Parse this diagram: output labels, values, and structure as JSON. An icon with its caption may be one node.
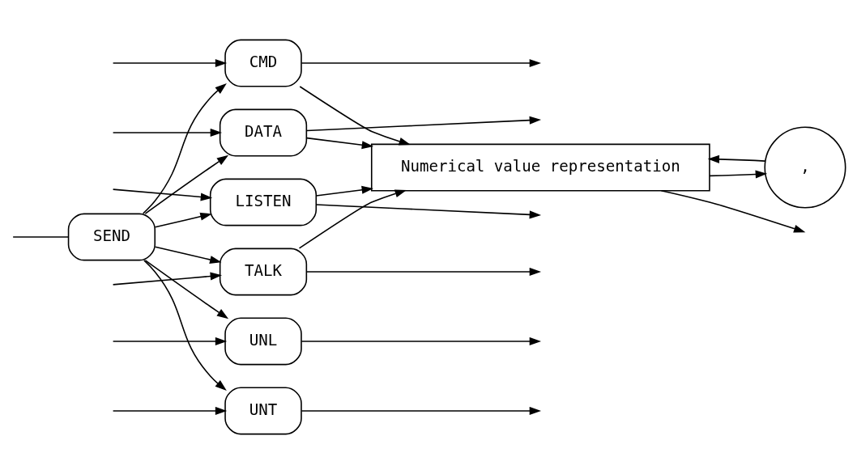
{
  "diagram": {
    "nodes": [
      {
        "text": [
          "SEND"
        ]
      },
      {
        "text": [
          "CMD"
        ]
      },
      {
        "text": [
          "DATA"
        ]
      },
      {
        "text": [
          "LISTEN"
        ]
      },
      {
        "text": [
          "TALK"
        ]
      },
      {
        "text": [
          ","
        ]
      },
      {
        "text": [
          "Numerical value representation"
        ]
      },
      {
        "text": [
          "UNL"
        ]
      },
      {
        "text": [
          "UNT"
        ]
      }
    ],
    "edges": [
      {
        "from": null,
        "to": 0,
        "arrow": "none"
      },
      {
        "from": 0,
        "to": 1,
        "arrow": "to"
      },
      {
        "from": 0,
        "to": 2,
        "arrow": "to"
      },
      {
        "from": 0,
        "to": 3,
        "arrow": "to"
      },
      {
        "from": 0,
        "to": 4,
        "arrow": "to"
      },
      {
        "from": 0,
        "to": 7,
        "arrow": "to"
      },
      {
        "from": 0,
        "to": 8,
        "arrow": "to"
      },
      {
        "from": 1,
        "to": 6,
        "arrow": "to"
      },
      {
        "from": 2,
        "to": 6,
        "arrow": "to"
      },
      {
        "from": 3,
        "to": 6,
        "arrow": "to"
      },
      {
        "from": 4,
        "to": 6,
        "arrow": "to"
      },
      {
        "from": 6,
        "to": 5,
        "arrow": "to"
      },
      {
        "from": 5,
        "to": 6,
        "arrow": "to"
      },
      {
        "from": 1,
        "to": null,
        "arrow": "to"
      },
      {
        "from": 2,
        "to": null,
        "arrow": "to"
      },
      {
        "from": 3,
        "to": null,
        "arrow": "to"
      },
      {
        "from": 4,
        "to": null,
        "arrow": "to"
      },
      {
        "from": 6,
        "to": null,
        "arrow": "to"
      },
      {
        "from": 7,
        "to": null,
        "arrow": "to"
      },
      {
        "from": 8,
        "to": null,
        "arrow": "to"
      },
      {
        "from": null,
        "to": 1,
        "arrow": "to"
      },
      {
        "from": null,
        "to": 2,
        "arrow": "to"
      },
      {
        "from": null,
        "to": 3,
        "arrow": "to"
      },
      {
        "from": null,
        "to": 4,
        "arrow": "to"
      },
      {
        "from": null,
        "to": 7,
        "arrow": "to"
      },
      {
        "from": null,
        "to": 8,
        "arrow": "to"
      }
    ]
  }
}
